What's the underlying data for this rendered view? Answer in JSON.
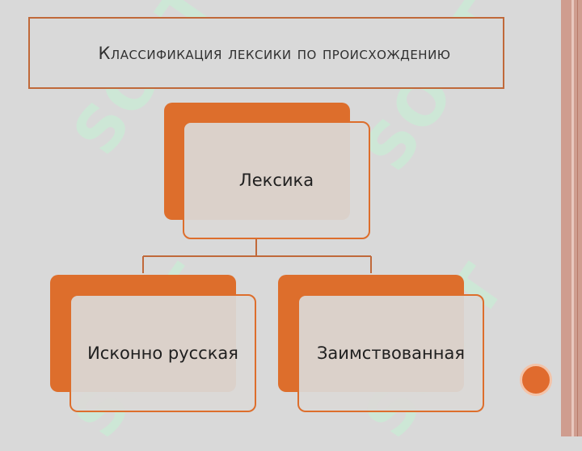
{
  "slide": {
    "title": "Классификация лексики по происхождению",
    "watermark_text": "SOFT"
  },
  "diagram": {
    "root": {
      "label": "Лексика"
    },
    "children": [
      {
        "label": "Исконно русская"
      },
      {
        "label": "Заимствованная"
      }
    ]
  },
  "colors": {
    "background": "#d9d9d9",
    "accent": "#dd6e2c",
    "title_border": "#c0693a",
    "right_border": "#cf9d8f",
    "watermark": "#c9ecd5"
  },
  "navigation": {
    "next_icon": "circle-next-icon"
  }
}
